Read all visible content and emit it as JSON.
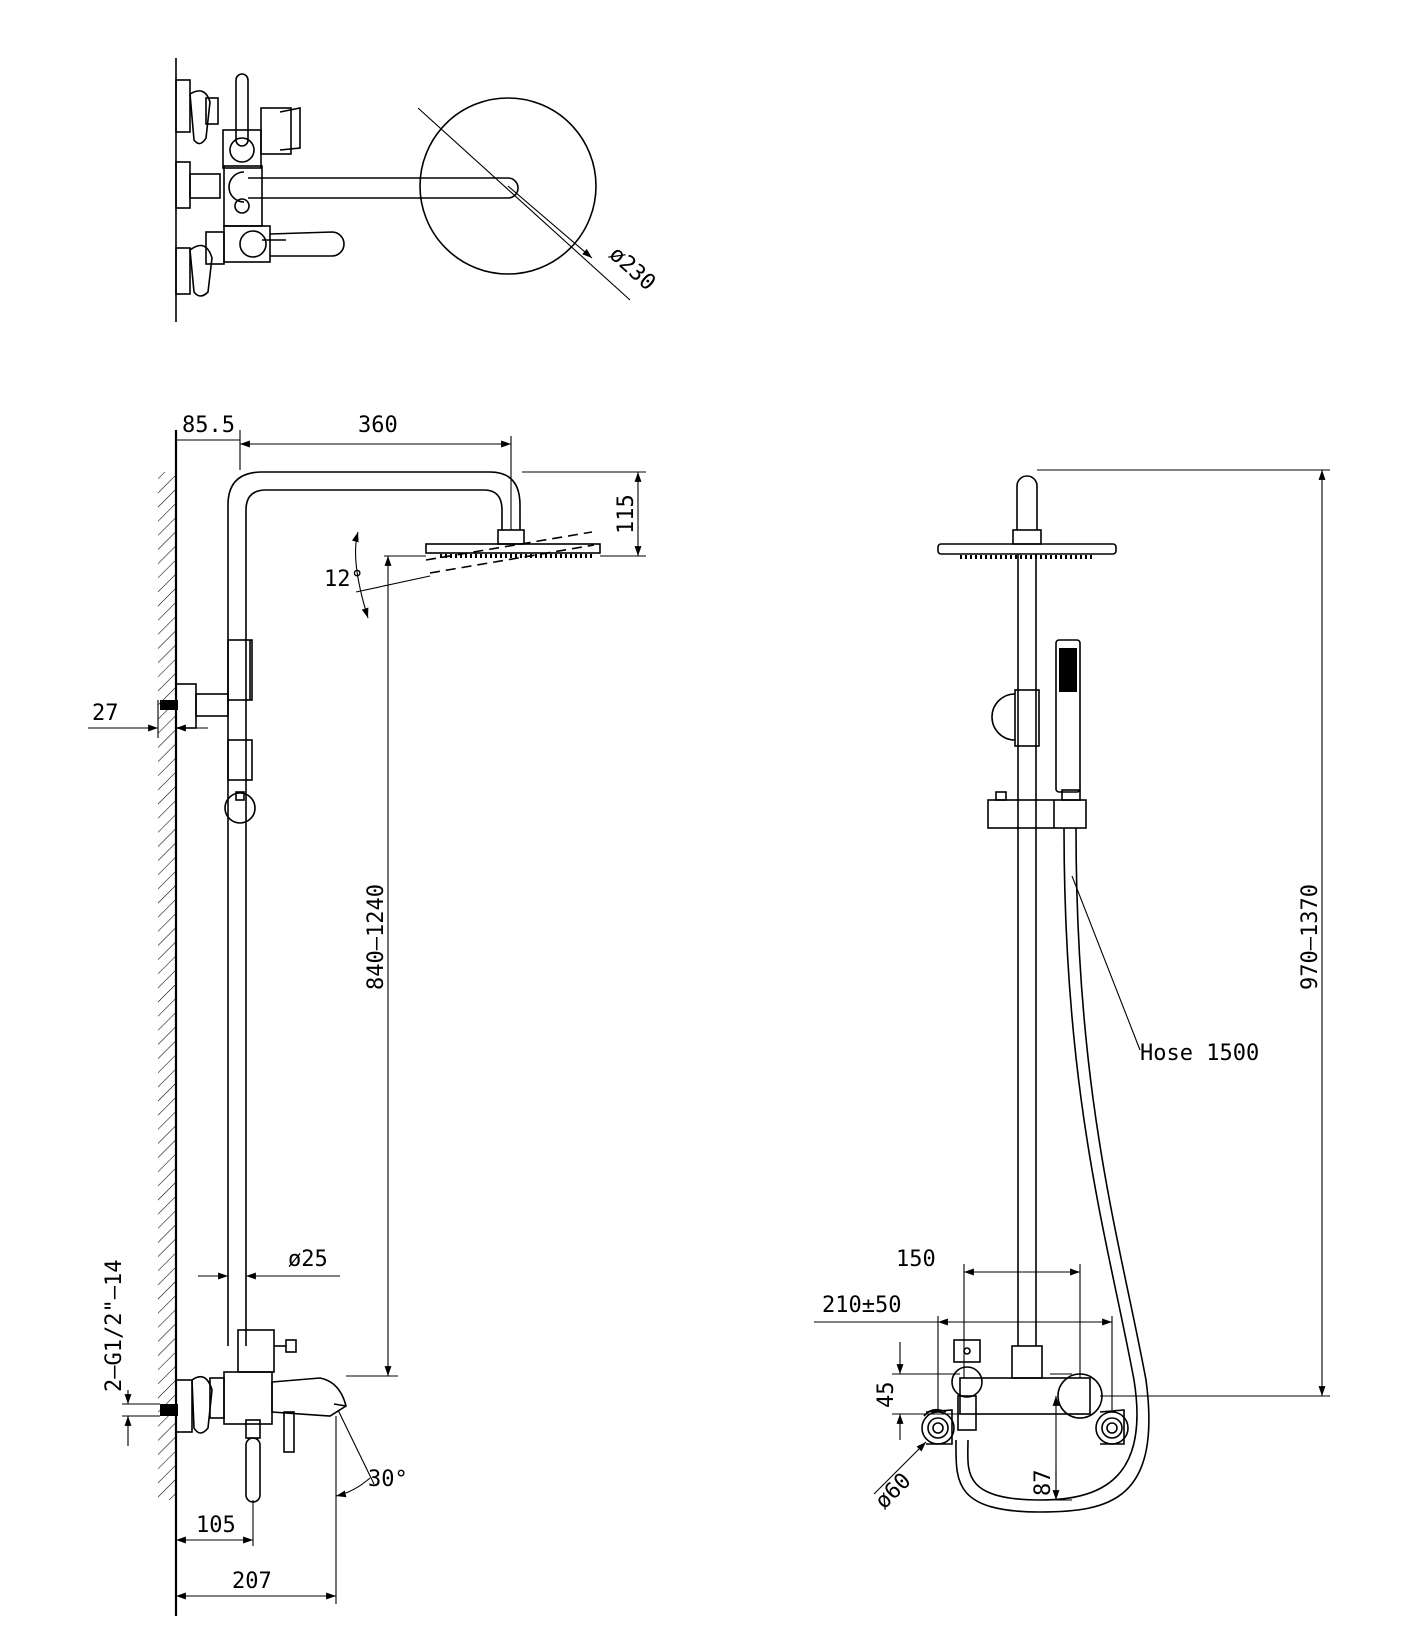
{
  "dimensions": {
    "head_diameter": "ø230",
    "wall_offset": "85.5",
    "arm_reach": "360",
    "arm_height": "115",
    "tilt_angle": "12°",
    "head_height_range": "840–1240",
    "bracket_depth": "27",
    "pipe_diameter": "ø25",
    "inlet_thread": "2–G1/2\"–14",
    "spout_angle": "30°",
    "lever_offset": "105",
    "spout_reach": "207",
    "total_height_range": "970–1370",
    "hose_label": "Hose 1500",
    "mixer_width": "150",
    "inlet_centres": "210±50",
    "mixer_height": "45",
    "escutcheon_diameter": "ø60",
    "handle_drop": "87"
  }
}
